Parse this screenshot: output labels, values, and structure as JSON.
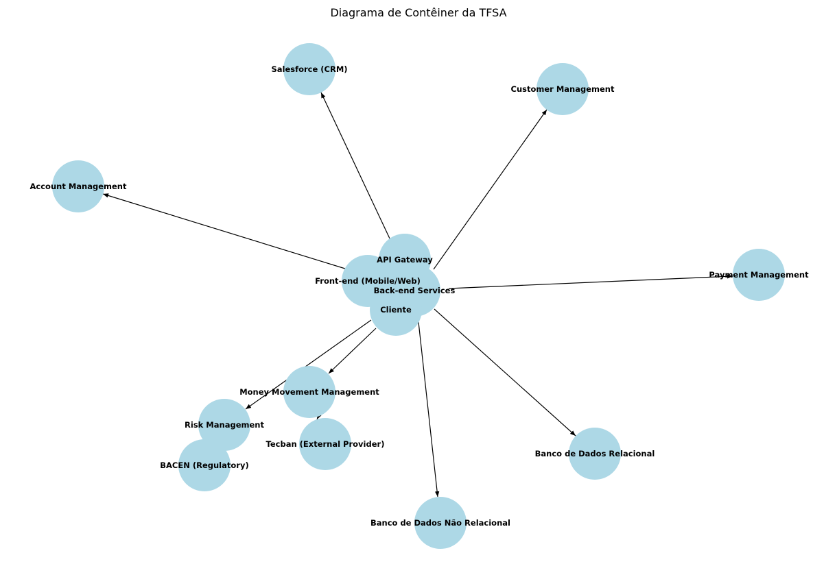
{
  "title": "Diagrama de Contêiner da TFSA",
  "colors": {
    "node_fill": "#add8e6",
    "edge": "#000000",
    "label": "#000000",
    "background": "#ffffff"
  },
  "nodes": [
    {
      "id": "salesforce",
      "label": "Salesforce (CRM)"
    },
    {
      "id": "customer",
      "label": "Customer Management"
    },
    {
      "id": "account",
      "label": "Account Management"
    },
    {
      "id": "payment",
      "label": "Payment Management"
    },
    {
      "id": "api",
      "label": "API Gateway"
    },
    {
      "id": "frontend",
      "label": "Front-end (Mobile/Web)"
    },
    {
      "id": "backend",
      "label": "Back-end Services"
    },
    {
      "id": "cliente",
      "label": "Cliente"
    },
    {
      "id": "money",
      "label": "Money Movement Management"
    },
    {
      "id": "risk",
      "label": "Risk Management"
    },
    {
      "id": "tecban",
      "label": "Tecban (External Provider)"
    },
    {
      "id": "bacen",
      "label": "BACEN (Regulatory)"
    },
    {
      "id": "bdrel",
      "label": "Banco de Dados Relacional"
    },
    {
      "id": "bdnrel",
      "label": "Banco de Dados Não Relacional"
    }
  ],
  "edges": [
    {
      "from": "api",
      "to": "salesforce"
    },
    {
      "from": "backend",
      "to": "customer"
    },
    {
      "from": "frontend",
      "to": "account"
    },
    {
      "from": "backend",
      "to": "payment"
    },
    {
      "from": "cliente",
      "to": "money"
    },
    {
      "from": "frontend",
      "to": "risk"
    },
    {
      "from": "backend",
      "to": "bdrel"
    },
    {
      "from": "backend",
      "to": "bdnrel"
    },
    {
      "from": "money",
      "to": "tecban"
    },
    {
      "from": "risk",
      "to": "bacen"
    }
  ]
}
